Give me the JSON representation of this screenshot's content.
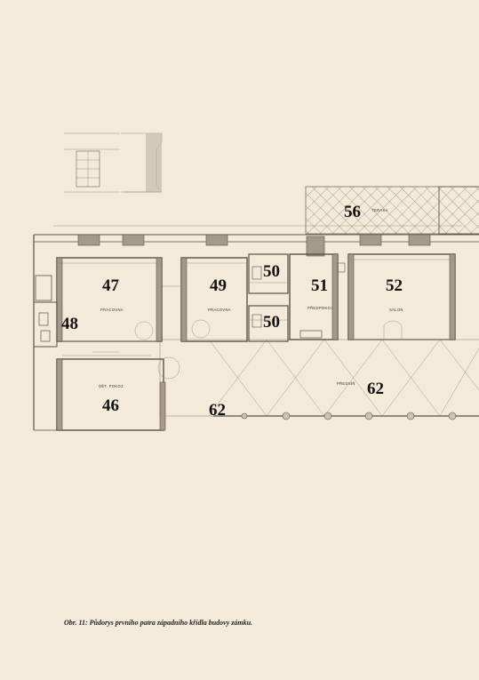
{
  "rooms": [
    {
      "id": "47",
      "label": "PRACOVNA"
    },
    {
      "id": "49",
      "label": "PRACOVNA"
    },
    {
      "id": "50a",
      "number": "50"
    },
    {
      "id": "50b",
      "number": "50"
    },
    {
      "id": "51",
      "label": "PŘEDPOKOJ"
    },
    {
      "id": "52",
      "label": "SALON"
    },
    {
      "id": "48"
    },
    {
      "id": "46",
      "label": "DĚT. POKOJ"
    },
    {
      "id": "56",
      "label": "TERASA"
    },
    {
      "id": "62a",
      "number": "62"
    },
    {
      "id": "62b",
      "number": "62",
      "label": "PŘEDSÍŇ"
    }
  ],
  "labels": {
    "r47": "47",
    "r47_sub": "PRACOVNA",
    "r49": "49",
    "r49_sub": "PRACOVNA",
    "r50a": "50",
    "r50b": "50",
    "r51": "51",
    "r51_sub": "PŘEDPOKOJ",
    "r52": "52",
    "r52_sub": "SALON",
    "r48": "48",
    "r46": "46",
    "r46_sub": "DĚT. POKOJ",
    "r56": "56",
    "r56_sub": "TERASA",
    "r62a": "62",
    "r62b": "62",
    "r62b_sub": "PŘEDSÍŇ"
  },
  "caption": "Obr. 11: Půdorys prvního patra západního křídla budovy zámku."
}
